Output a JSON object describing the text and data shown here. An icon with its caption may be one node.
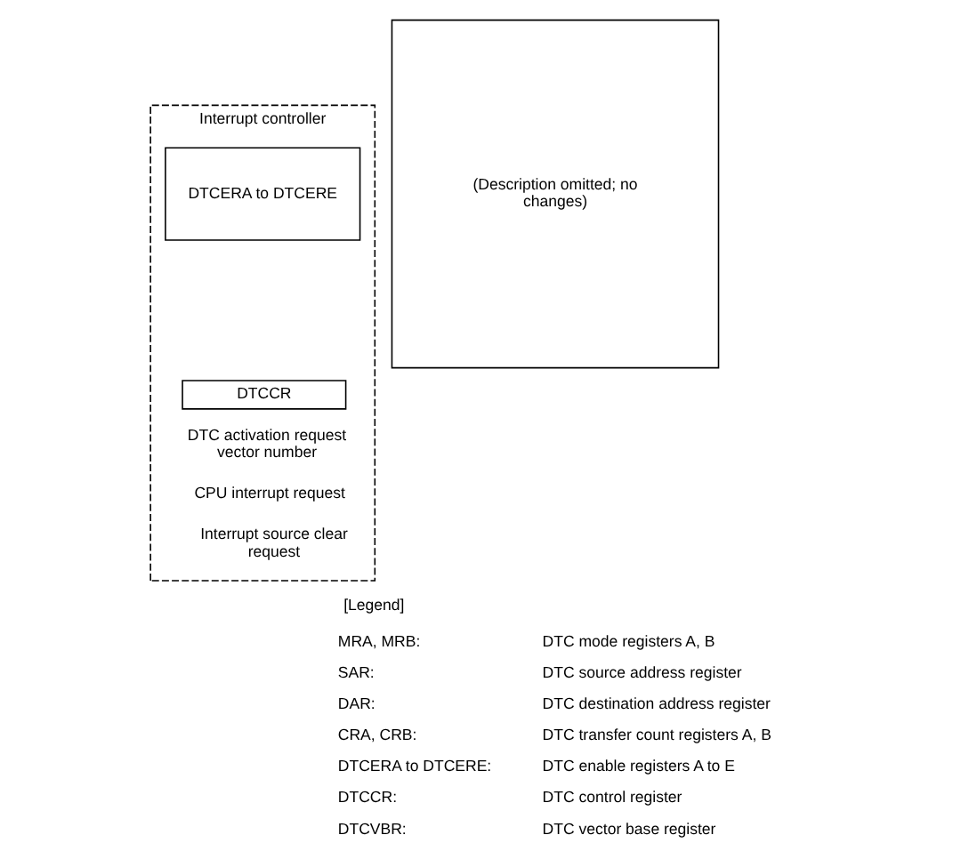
{
  "diagram": {
    "nodes": [
      {
        "text": [
          "Interrupt controller"
        ]
      },
      {
        "text": [
          "DTCERA to DTCERE"
        ],
        "in": 0
      },
      {
        "text": [
          "DTCCR"
        ],
        "in": 0
      },
      {
        "text": [
          "(Description omitted; no changes)"
        ]
      }
    ],
    "edges": [],
    "labels": [
      "DTC activation request vector number",
      "CPU interrupt request",
      "Interrupt source clear request",
      "[Legend]",
      "MRA, MRB:",
      "DTC mode registers A, B",
      "SAR:",
      "DTC source address register",
      "DAR:",
      "DTC destination address register",
      "CRA, CRB:",
      "DTC transfer count registers A, B",
      "DTCERA to DTCERE:",
      "DTC enable registers A to E",
      "DTCCR:",
      "DTC control register",
      "DTCVBR:",
      "DTC vector base register"
    ]
  }
}
